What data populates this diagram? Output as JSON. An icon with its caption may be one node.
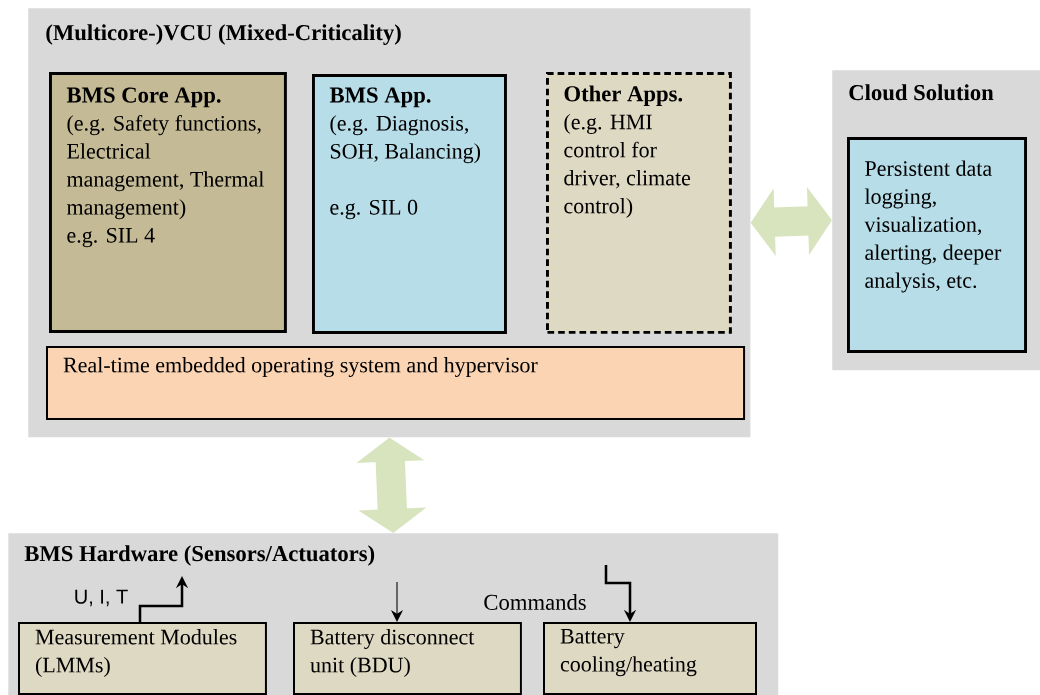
{
  "diagram": {
    "nodes": [
      {
        "text": [
          "(Multicore-)VCU (Mixed-Criticality)"
        ]
      },
      {
        "text": [
          "BMS Core App.",
          "(e.g. Safety functions, Electrical management, Thermal management)",
          "e.g. SIL 4"
        ],
        "in": 0
      },
      {
        "text": [
          "BMS App.",
          "(e.g. Diagnosis, SOH, Balancing)",
          "e.g. SIL 0"
        ],
        "in": 0
      },
      {
        "text": [
          "Other Apps.",
          "(e.g. HMI control for driver, climate control)"
        ],
        "in": 0
      },
      {
        "text": [
          "Real-time embedded operating system and hypervisor"
        ],
        "in": 0
      },
      {
        "text": [
          "Cloud Solution"
        ]
      },
      {
        "text": [
          "Persistent data logging, visualization, alerting, deeper analysis, etc."
        ],
        "in": 5
      },
      {
        "text": [
          "BMS Hardware (Sensors/Actuators)"
        ]
      },
      {
        "text": [
          "Measurement Modules (LMMs)"
        ],
        "in": 7
      },
      {
        "text": [
          "Battery disconnect unit (BDU)"
        ],
        "in": 7
      },
      {
        "text": [
          "Battery cooling/heating"
        ],
        "in": 7
      }
    ],
    "edges": [
      {
        "from": 0,
        "to": 5,
        "arrow": "both",
        "style": "thick",
        "color": "#d7e4bd"
      },
      {
        "from": 0,
        "to": 7,
        "arrow": "both",
        "style": "thick",
        "color": "#d7e4bd"
      },
      {
        "from": 8,
        "to": null,
        "arrow": "to",
        "label": "U, I, T"
      },
      {
        "from": null,
        "to": 9,
        "arrow": "to"
      },
      {
        "from": null,
        "to": 10,
        "arrow": "to"
      }
    ],
    "labels": [
      "Commands"
    ]
  }
}
